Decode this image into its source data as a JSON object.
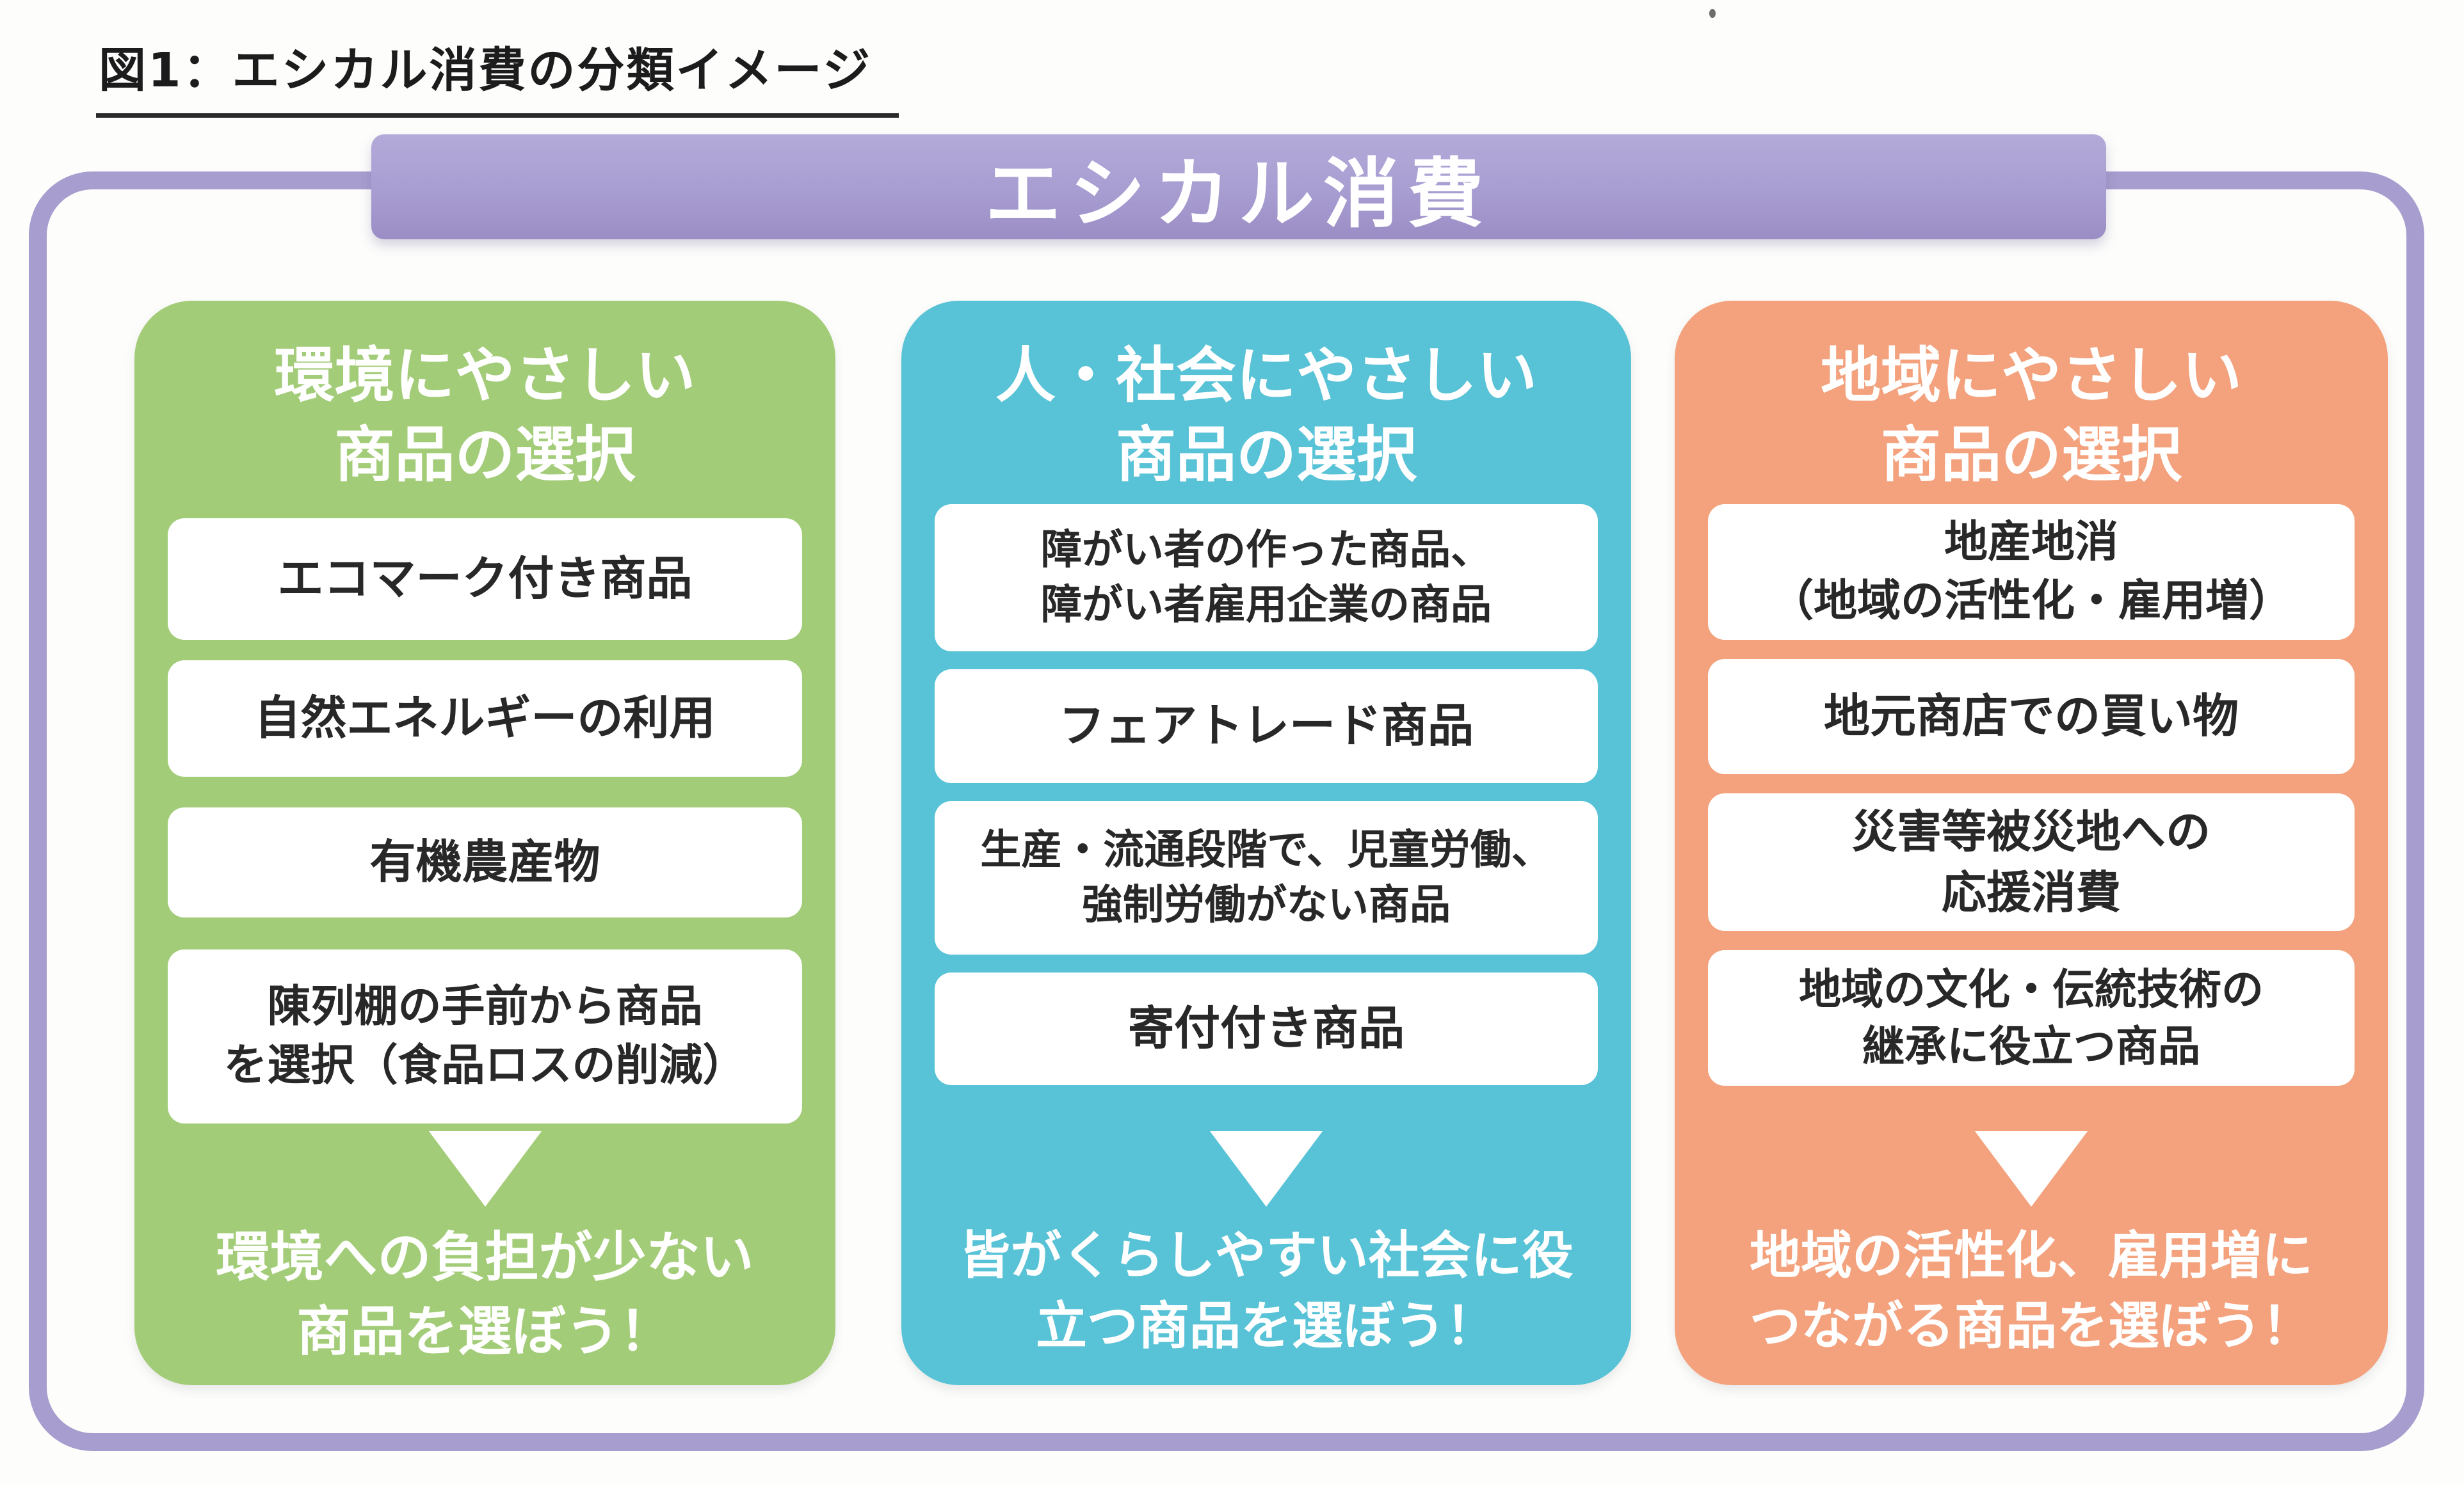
{
  "figure": {
    "title": "図1：エシカル消費の分類イメージ",
    "banner_label": "エシカル消費"
  },
  "colors": {
    "frame_border": "#a79dce",
    "banner_purple": "#a79bd0",
    "column_green": "#a3cc78",
    "column_blue": "#58c2d6",
    "column_orange": "#f3a27d",
    "box_background": "#ffffff",
    "box_text": "#282828",
    "header_text": "#ffffff"
  },
  "columns": [
    {
      "id": "environment-friendly",
      "color": "#a3cc78",
      "header": [
        "環境にやさしい",
        "商品の選択"
      ],
      "items": [
        [
          "エコマーク付き商品"
        ],
        [
          "自然エネルギーの利用"
        ],
        [
          "有機農産物"
        ],
        [
          "陳列棚の手前から商品",
          "を選択（食品ロスの削減）"
        ]
      ],
      "slogan": [
        "環境への負担が少ない",
        "商品を選ぼう！"
      ]
    },
    {
      "id": "people-society-friendly",
      "color": "#58c2d6",
      "header": [
        "人・社会にやさしい",
        "商品の選択"
      ],
      "items": [
        [
          "障がい者の作った商品、",
          "障がい者雇用企業の商品"
        ],
        [
          "フェアトレード商品"
        ],
        [
          "生産・流通段階で、児童労働、",
          "強制労働がない商品"
        ],
        [
          "寄付付き商品"
        ]
      ],
      "slogan": [
        "皆がくらしやすい社会に役",
        "立つ商品を選ぼう！"
      ]
    },
    {
      "id": "region-friendly",
      "color": "#f3a27d",
      "header": [
        "地域にやさしい",
        "商品の選択"
      ],
      "items": [
        [
          "地産地消",
          "（地域の活性化・雇用増）"
        ],
        [
          "地元商店での買い物"
        ],
        [
          "災害等被災地への",
          "応援消費"
        ],
        [
          "地域の文化・伝統技術の",
          "継承に役立つ商品"
        ]
      ],
      "slogan": [
        "地域の活性化、雇用増に",
        "つながる商品を選ぼう！"
      ]
    }
  ]
}
